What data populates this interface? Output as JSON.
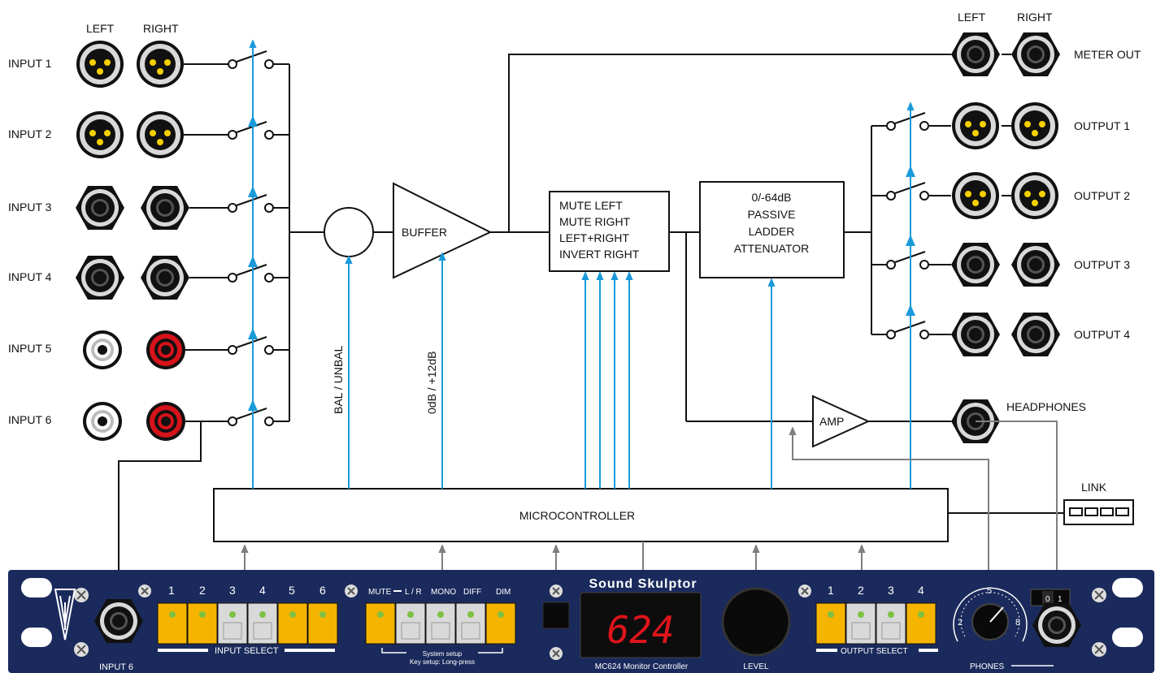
{
  "column_headers": {
    "inputs_left": "LEFT",
    "inputs_right": "RIGHT",
    "meter_left": "LEFT",
    "meter_right": "RIGHT"
  },
  "inputs": [
    "INPUT 1",
    "INPUT 2",
    "INPUT 3",
    "INPUT 4",
    "INPUT 5",
    "INPUT 6"
  ],
  "outputs": [
    "OUTPUT 1",
    "OUTPUT 2",
    "OUTPUT 3",
    "OUTPUT 4"
  ],
  "meter_out": "METER OUT",
  "headphones": "HEADPHONES",
  "link": "LINK",
  "blocks": {
    "buffer": "BUFFER",
    "amp": "AMP",
    "microcontroller": "MICROCONTROLLER",
    "mode_lines": [
      "MUTE LEFT",
      "MUTE RIGHT",
      "LEFT+RIGHT",
      "INVERT RIGHT"
    ],
    "attenuator_lines": [
      "0/-64dB",
      "PASSIVE",
      "LADDER",
      "ATTENUATOR"
    ]
  },
  "control_labels": {
    "bal_unbal": "BAL / UNBAL",
    "gain": "0dB / +12dB"
  },
  "panel": {
    "brand": "Sound Skulptor",
    "model": "MC624 Monitor Controller",
    "display_value": "624",
    "input6_label": "INPUT 6",
    "input_select_label": "INPUT SELECT",
    "input_numbers": [
      "1",
      "2",
      "3",
      "4",
      "5",
      "6"
    ],
    "mode_labels": [
      "MUTE",
      "L / R",
      "MONO",
      "DIFF",
      "DIM"
    ],
    "system_setup": "System setup",
    "key_setup": "Key setup: Long-press",
    "level_label": "LEVEL",
    "output_select_label": "OUTPUT SELECT",
    "output_numbers": [
      "1",
      "2",
      "3",
      "4"
    ],
    "phones_label": "PHONES",
    "phones_scale": [
      "2",
      "5",
      "8"
    ],
    "power_switch": [
      "0",
      "1"
    ]
  },
  "colors": {
    "control_line": "#1a9ad9",
    "panel_blue": "#1b2a5c",
    "button_yellow": "#f5b400",
    "button_grey": "#d9d9d9",
    "led_green": "#7cc142",
    "display_red": "#e0141b",
    "xlr_pin": "#f5d000",
    "rca_red": "#d6121a"
  }
}
